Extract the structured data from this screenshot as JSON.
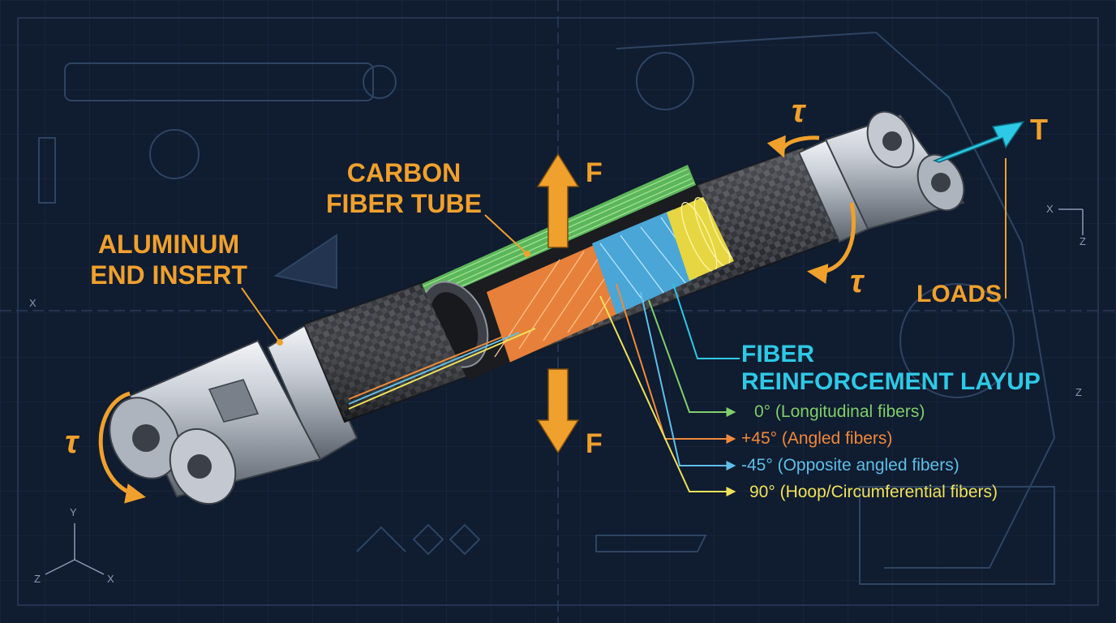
{
  "labels": {
    "aluminum_end_insert": [
      "ALUMINUM",
      "END INSERT"
    ],
    "carbon_fiber_tube": [
      "CARBON",
      "FIBER TUBE"
    ],
    "force": "F",
    "torque": "τ",
    "tension": "T",
    "loads": "LOADS",
    "fiber_layup_title": [
      "FIBER",
      "REINFORCEMENT LAYUP"
    ]
  },
  "layup_legend": [
    {
      "text": "0° (Longitudinal fibers)",
      "color": "#7fcf6a"
    },
    {
      "text": "+45° (Angled fibers)",
      "color": "#f08a3a"
    },
    {
      "text": "-45° (Opposite angled fibers)",
      "color": "#5fbfe8"
    },
    {
      "text": "90° (Hoop/Circumferential fibers)",
      "color": "#efe25a"
    }
  ],
  "axes": {
    "bottom_left": [
      "Y",
      "X",
      "Z"
    ],
    "right": [
      "X",
      "Z"
    ],
    "side_marks": [
      "X",
      "Z"
    ]
  },
  "colors": {
    "background": "#101c30",
    "accent_orange": "#f0a02c",
    "accent_cyan": "#2ec9e6",
    "grid": "#1f3049"
  }
}
